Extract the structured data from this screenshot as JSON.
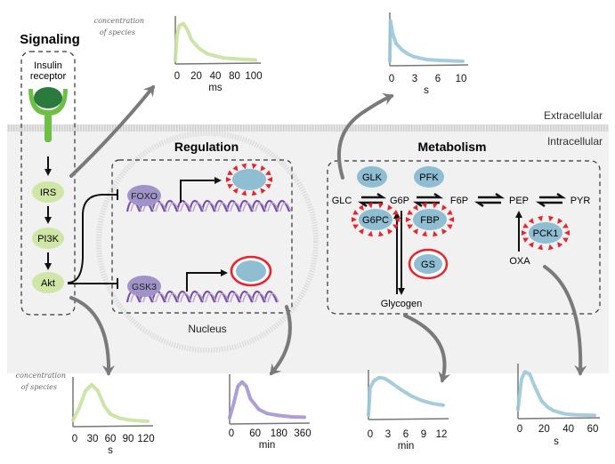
{
  "colors": {
    "cell_bg": "#f1f1f1",
    "membrane": "#d8d8d8",
    "signaling_green": "#cfe6a7",
    "receptor_dark": "#2a7a3d",
    "receptor_light": "#6dbf45",
    "regulator_purple": "#9f93c9",
    "dna_purple": "#7b4fa7",
    "enzyme_blue": "#8fbdd1",
    "highlight_red": "#e8232a",
    "arrow_grey": "#7a7a7a",
    "plot_green": "#c9e2a0",
    "plot_blue": "#9cc8da",
    "plot_purple": "#a595d4"
  },
  "labels": {
    "extracellular": "Extracellular",
    "intracellular": "Intracellular",
    "signaling_title": "Signaling",
    "regulation_title": "Regulation",
    "metabolism_title": "Metabolism",
    "nucleus": "Nucleus",
    "insulin_receptor_line1": "Insulin",
    "insulin_receptor_line2": "receptor",
    "y_label_line1": "concentration",
    "y_label_line2": "of species"
  },
  "signaling": {
    "nodes": [
      "IRS",
      "PI3K",
      "Akt"
    ]
  },
  "regulation": {
    "regulators": [
      {
        "name": "FOXO",
        "target_state": "upregulated"
      },
      {
        "name": "GSK3",
        "target_state": "modified"
      }
    ]
  },
  "metabolism": {
    "metabolites": [
      "GLC",
      "G6P",
      "F6P",
      "PEP",
      "PYR",
      "OXA",
      "Glycogen"
    ],
    "enzymes": [
      {
        "name": "GLK",
        "state": "normal"
      },
      {
        "name": "PFK",
        "state": "normal"
      },
      {
        "name": "G6PC",
        "state": "upregulated"
      },
      {
        "name": "FBP",
        "state": "upregulated"
      },
      {
        "name": "PCK1",
        "state": "upregulated"
      },
      {
        "name": "GS",
        "state": "modified"
      }
    ]
  },
  "chart_data": [
    {
      "type": "line",
      "id": "receptor-timecourse",
      "color": "plot_green",
      "title": "",
      "xlabel": "ms",
      "ylabel": "concentration of species",
      "x_ticks": [
        "0",
        "20",
        "40",
        "80",
        "100"
      ],
      "x": [
        0,
        2,
        5,
        10,
        15,
        20,
        30,
        40,
        60,
        80,
        100
      ],
      "y": [
        0.1,
        0.7,
        0.95,
        1.0,
        0.85,
        0.6,
        0.38,
        0.25,
        0.15,
        0.12,
        0.1
      ],
      "xlim": [
        0,
        100
      ],
      "ylim": [
        0,
        1.1
      ]
    },
    {
      "type": "line",
      "id": "glucose-uptake-timecourse",
      "color": "plot_blue",
      "title": "",
      "xlabel": "s",
      "ylabel": "",
      "x_ticks": [
        "0",
        "3",
        "6",
        "10"
      ],
      "x": [
        0,
        0.1,
        0.5,
        1,
        2,
        3,
        4,
        6,
        8,
        10,
        12
      ],
      "y": [
        0.1,
        1.0,
        0.7,
        0.5,
        0.35,
        0.26,
        0.2,
        0.14,
        0.12,
        0.11,
        0.1
      ],
      "xlim": [
        0,
        12
      ],
      "ylim": [
        0,
        1.1
      ]
    },
    {
      "type": "line",
      "id": "signaling-timecourse",
      "color": "plot_green",
      "title": "",
      "xlabel": "s",
      "ylabel": "concentration of species",
      "x_ticks": [
        "0",
        "30",
        "60",
        "90",
        "120"
      ],
      "x": [
        0,
        10,
        20,
        30,
        40,
        50,
        60,
        75,
        90,
        105,
        120
      ],
      "y": [
        0.15,
        0.45,
        0.85,
        1.0,
        0.85,
        0.5,
        0.3,
        0.2,
        0.16,
        0.14,
        0.13
      ],
      "xlim": [
        0,
        120
      ],
      "ylim": [
        0,
        1.1
      ]
    },
    {
      "type": "line",
      "id": "regulation-timecourse",
      "color": "plot_purple",
      "title": "",
      "xlabel": "min",
      "ylabel": "",
      "x_ticks": [
        "0",
        "60",
        "180",
        "360"
      ],
      "x": [
        0,
        20,
        40,
        60,
        80,
        100,
        140,
        180,
        240,
        300,
        360
      ],
      "y": [
        0.15,
        0.5,
        0.9,
        1.0,
        0.9,
        0.6,
        0.35,
        0.25,
        0.2,
        0.17,
        0.16
      ],
      "xlim": [
        0,
        360
      ],
      "ylim": [
        0,
        1.1
      ]
    },
    {
      "type": "line",
      "id": "glycogen-timecourse",
      "color": "plot_blue",
      "title": "",
      "xlabel": "min",
      "ylabel": "",
      "x_ticks": [
        "0",
        "3",
        "6",
        "9",
        "12"
      ],
      "x": [
        0,
        0.3,
        1,
        2,
        3,
        4,
        6,
        8,
        10,
        12,
        14
      ],
      "y": [
        0.1,
        0.75,
        0.92,
        1.0,
        0.98,
        0.9,
        0.72,
        0.56,
        0.45,
        0.38,
        0.34
      ],
      "xlim": [
        0,
        14
      ],
      "ylim": [
        0,
        1.1
      ]
    },
    {
      "type": "line",
      "id": "gluconeogenesis-timecourse",
      "color": "plot_blue",
      "title": "",
      "xlabel": "s",
      "ylabel": "",
      "x_ticks": [
        "0",
        "20",
        "40",
        "60"
      ],
      "x": [
        0,
        3,
        6,
        10,
        14,
        20,
        25,
        30,
        40,
        50,
        65
      ],
      "y": [
        0.2,
        0.85,
        1.0,
        0.95,
        0.7,
        0.38,
        0.25,
        0.17,
        0.1,
        0.08,
        0.07
      ],
      "xlim": [
        0,
        65
      ],
      "ylim": [
        0,
        1.1
      ]
    }
  ]
}
